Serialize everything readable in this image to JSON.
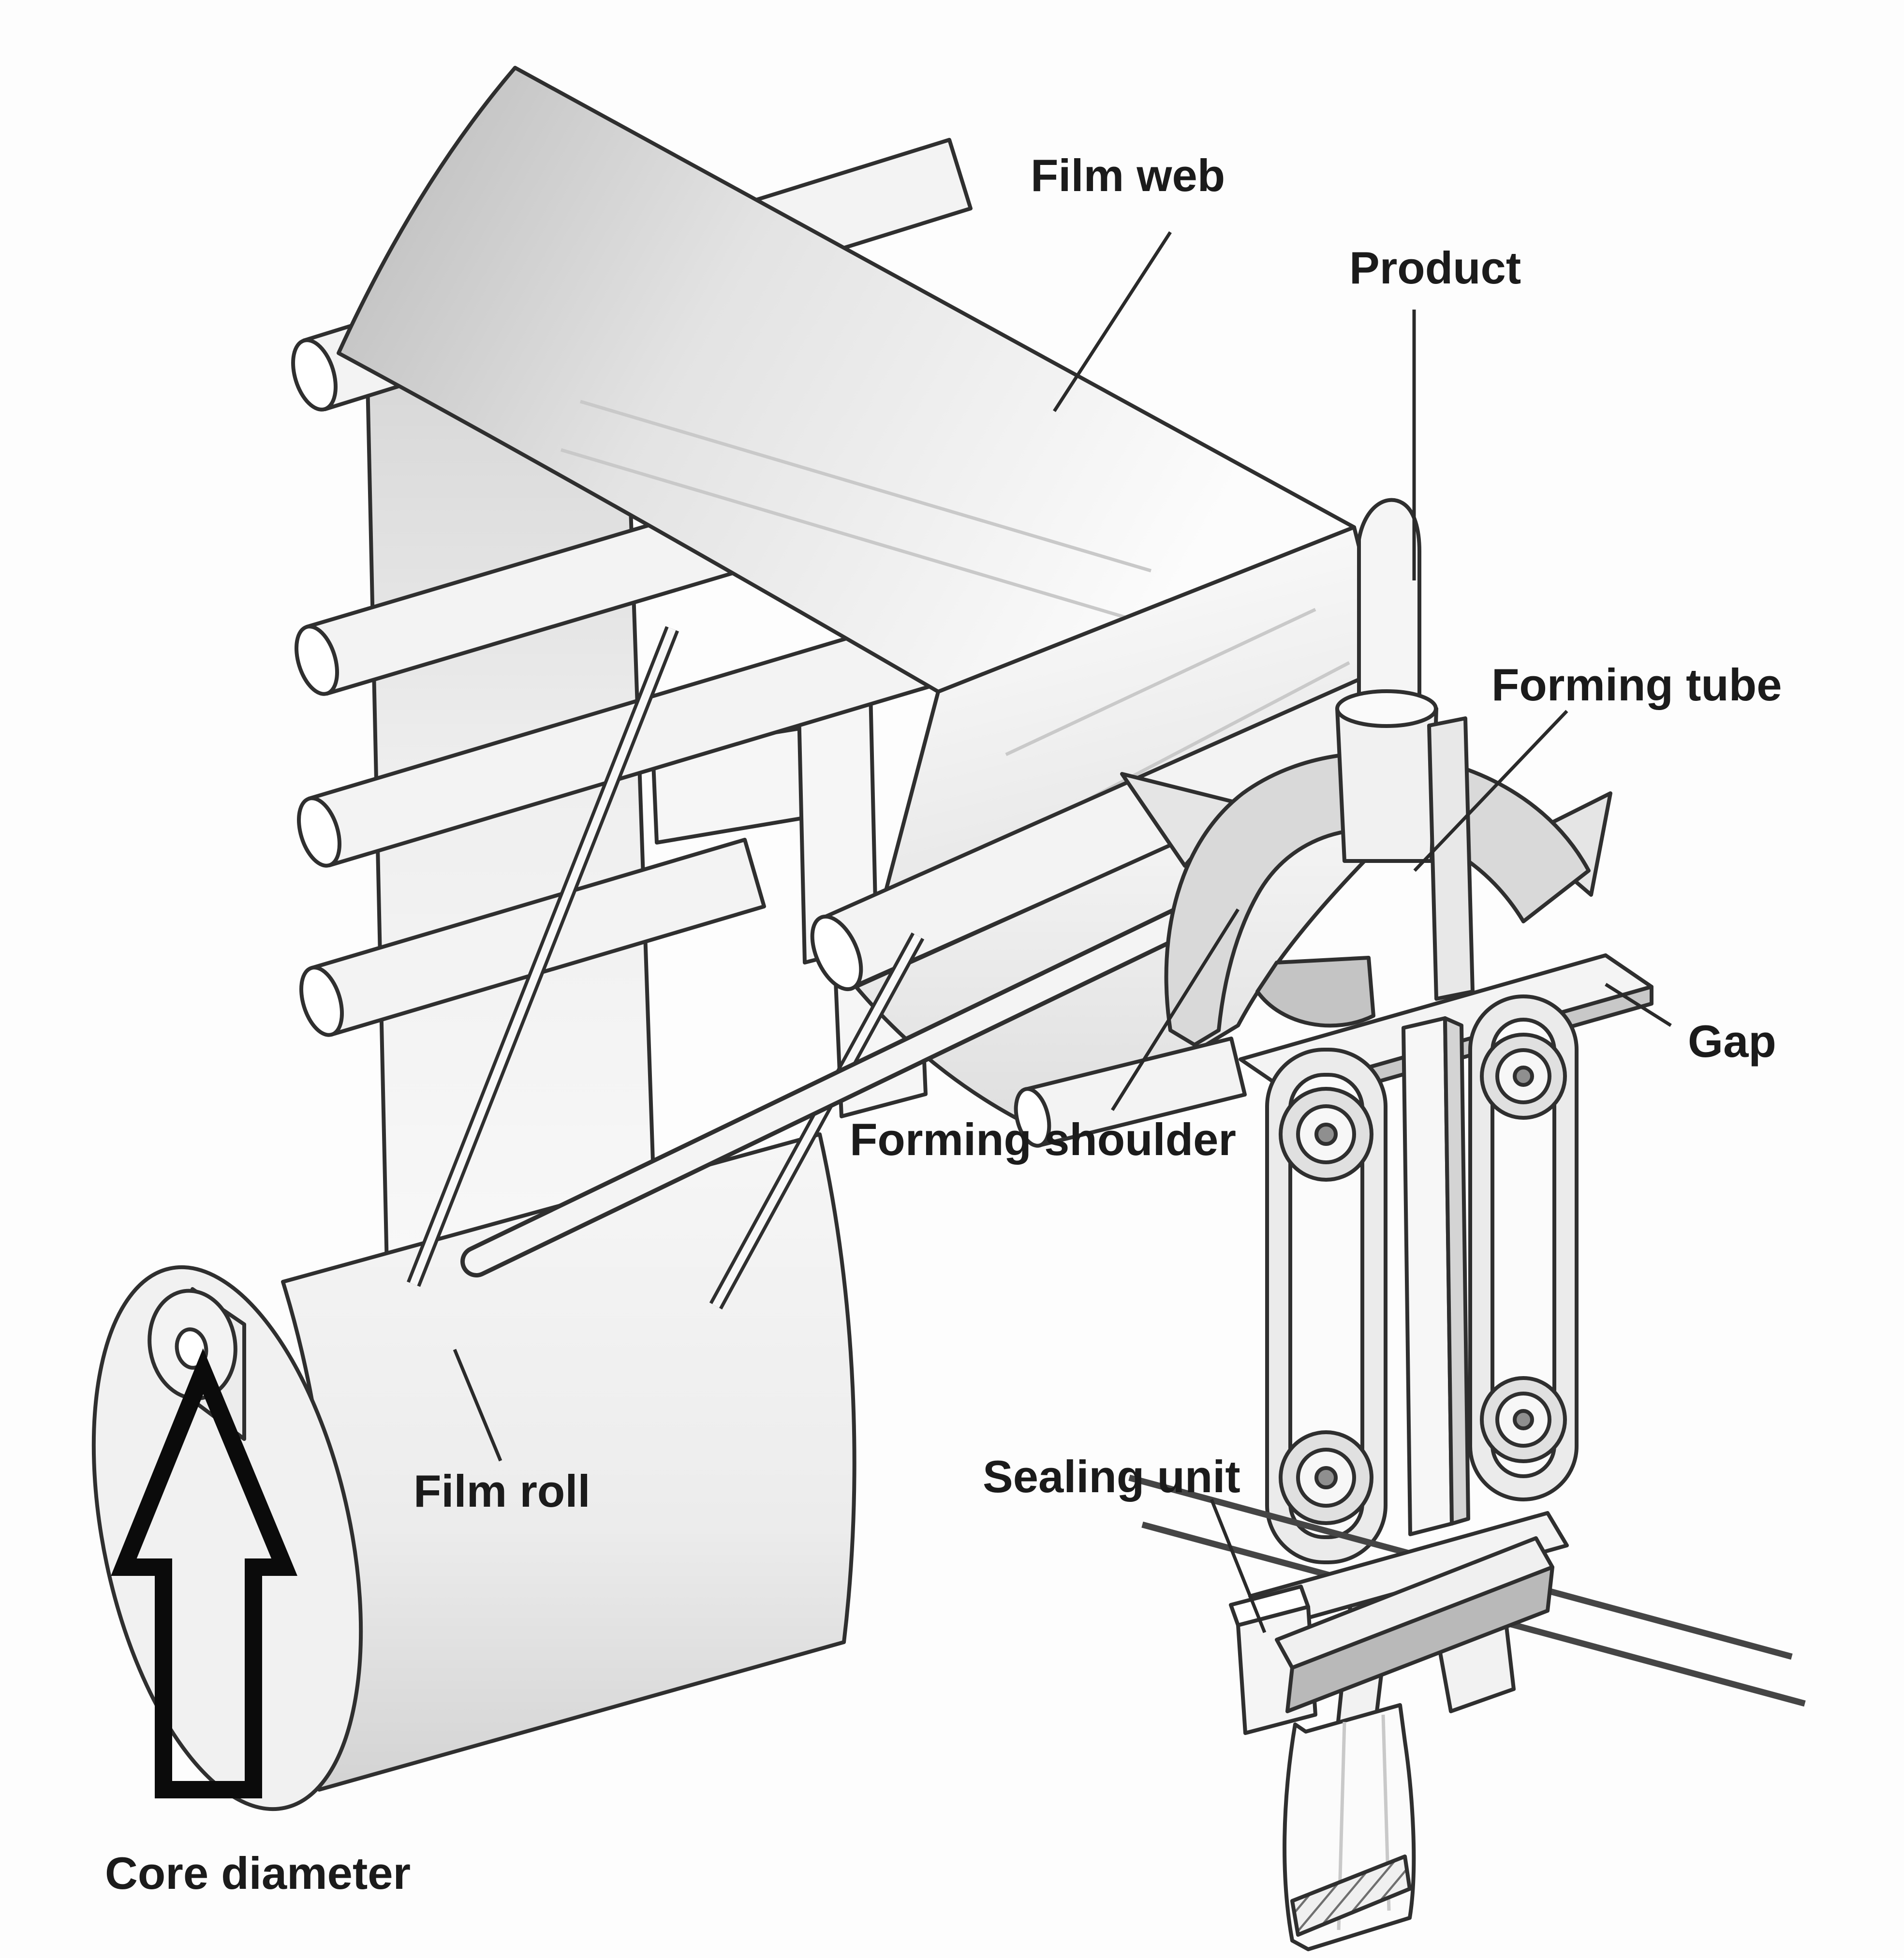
{
  "labels": {
    "film_web": "Film web",
    "product": "Product",
    "forming_tube": "Forming tube",
    "gap": "Gap",
    "forming_shoulder": "Forming shoulder",
    "film_roll": "Film roll",
    "sealing_unit": "Sealing unit",
    "core_diameter": "Core diameter"
  },
  "colors": {
    "background": "#fdfdfd",
    "line": "#2f2f2f",
    "label_text": "#1b1b1b",
    "arrow": "#0b0b0b",
    "machine_fill_light": "#f6f6f6",
    "machine_fill_mid": "#e4e4e4",
    "machine_fill_dark": "#c2c2c2"
  }
}
